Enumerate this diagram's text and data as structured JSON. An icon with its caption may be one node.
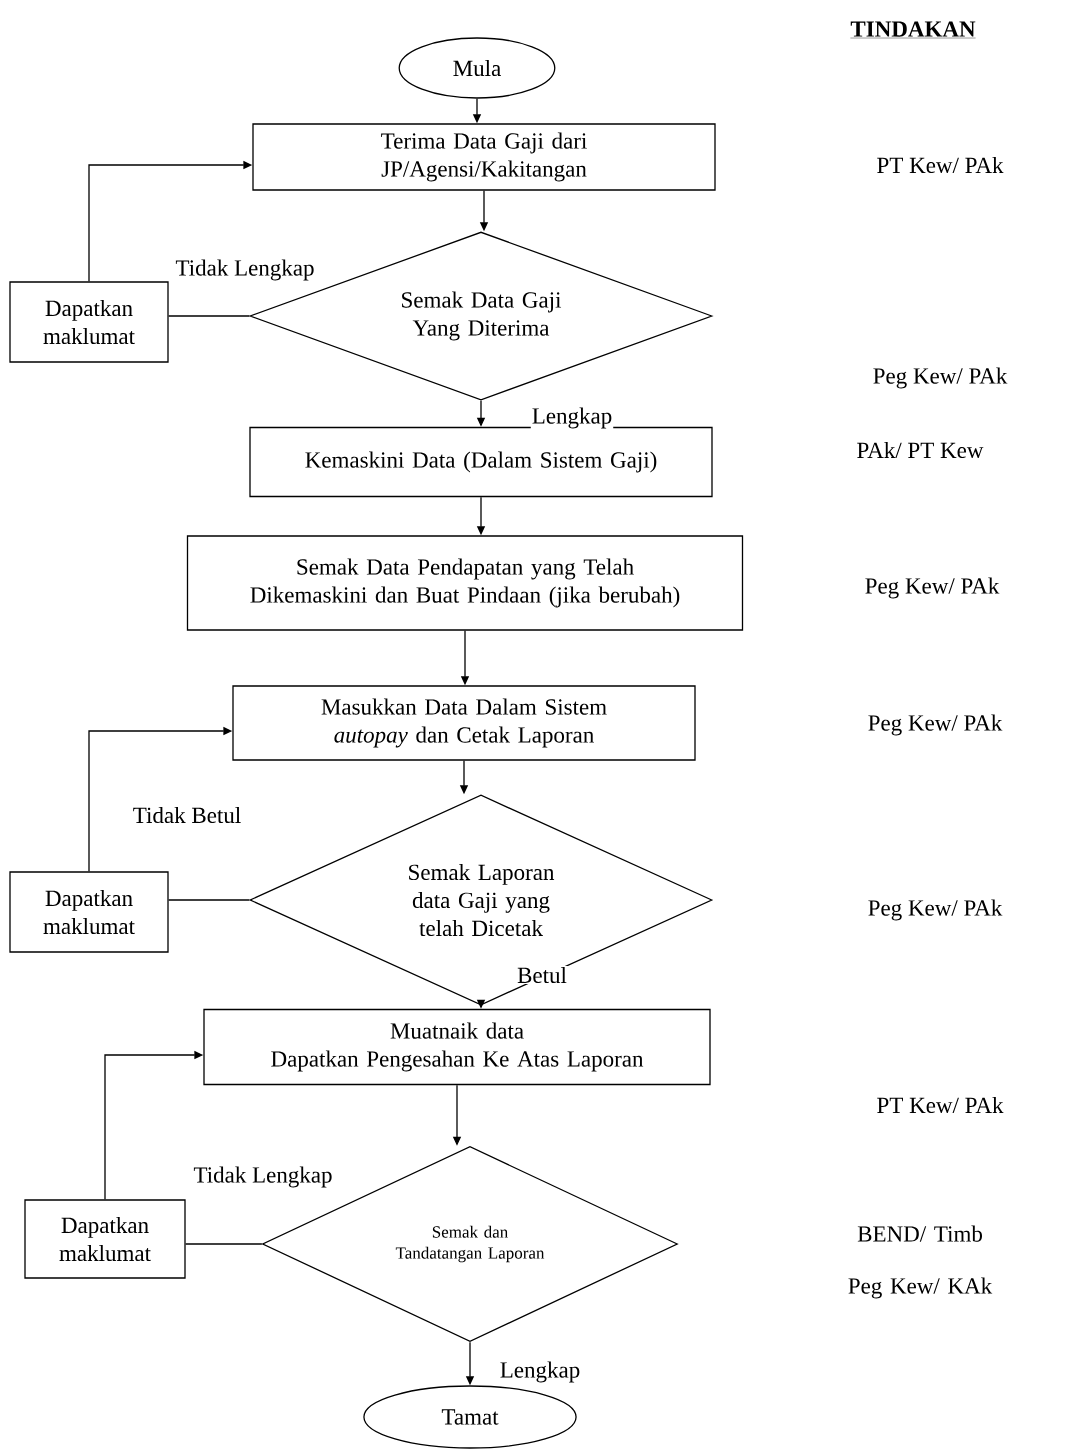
{
  "diagram": {
    "nodes": [
      {
        "text": [
          "Mula"
        ]
      },
      {
        "text": [
          "Terima Data Gaji dari JP/Agensi/Kakitangan"
        ]
      },
      {
        "text": [
          "Semak Data Gaji Yang Diterima"
        ]
      },
      {
        "text": [
          "Dapatkan maklumat"
        ]
      },
      {
        "text": [
          "Kemaskini Data (Dalam Sistem Gaji)"
        ]
      },
      {
        "text": [
          "Semak Data Pendapatan yang Telah Dikemaskini dan Buat Pindaan (jika berubah)"
        ]
      },
      {
        "text": [
          "Masukkan Data Dalam Sistem *autopay* dan Cetak Laporan"
        ]
      },
      {
        "text": [
          "Semak Laporan data Gaji yang telah Dicetak"
        ]
      },
      {
        "text": [
          "Dapatkan maklumat"
        ]
      },
      {
        "text": [
          "Muatnaik data",
          "Dapatkan Pengesahan Ke Atas Laporan"
        ]
      },
      {
        "text": [
          "Semak dan Tandatangan Laporan"
        ]
      },
      {
        "text": [
          "Dapatkan maklumat"
        ]
      },
      {
        "text": [
          "Tamat"
        ]
      }
    ],
    "edges": [
      {
        "from": 0,
        "to": 1,
        "arrow": "to"
      },
      {
        "from": 1,
        "to": 2,
        "arrow": "to"
      },
      {
        "from": 2,
        "to": 3,
        "arrow": "none",
        "label": "Tidak Lengkap"
      },
      {
        "from": 3,
        "to": 1,
        "arrow": "to"
      },
      {
        "from": 2,
        "to": 4,
        "arrow": "to",
        "label": "Lengkap"
      },
      {
        "from": 4,
        "to": 5,
        "arrow": "to"
      },
      {
        "from": 5,
        "to": 6,
        "arrow": "to"
      },
      {
        "from": 6,
        "to": 7,
        "arrow": "to"
      },
      {
        "from": 7,
        "to": 8,
        "arrow": "none",
        "label": "Tidak Betul"
      },
      {
        "from": 8,
        "to": 6,
        "arrow": "to"
      },
      {
        "from": 7,
        "to": 9,
        "arrow": "to",
        "label": "Betul"
      },
      {
        "from": 9,
        "to": 10,
        "arrow": "to"
      },
      {
        "from": 10,
        "to": 11,
        "arrow": "none",
        "label": "Tidak Lengkap"
      },
      {
        "from": 11,
        "to": 9,
        "arrow": "to"
      },
      {
        "from": 10,
        "to": 12,
        "arrow": "to",
        "label": "Lengkap"
      }
    ],
    "labels": [
      "TINDAKAN",
      "PT Kew/ PAk",
      "Peg Kew/ PAk",
      "PAk/ PT Kew",
      "Peg Kew/ PAk",
      "Peg Kew/ PAk",
      "Peg Kew/ PAk",
      "PT Kew/ PAk",
      "BEND/ Timb Peg Kew/ KAk"
    ]
  }
}
